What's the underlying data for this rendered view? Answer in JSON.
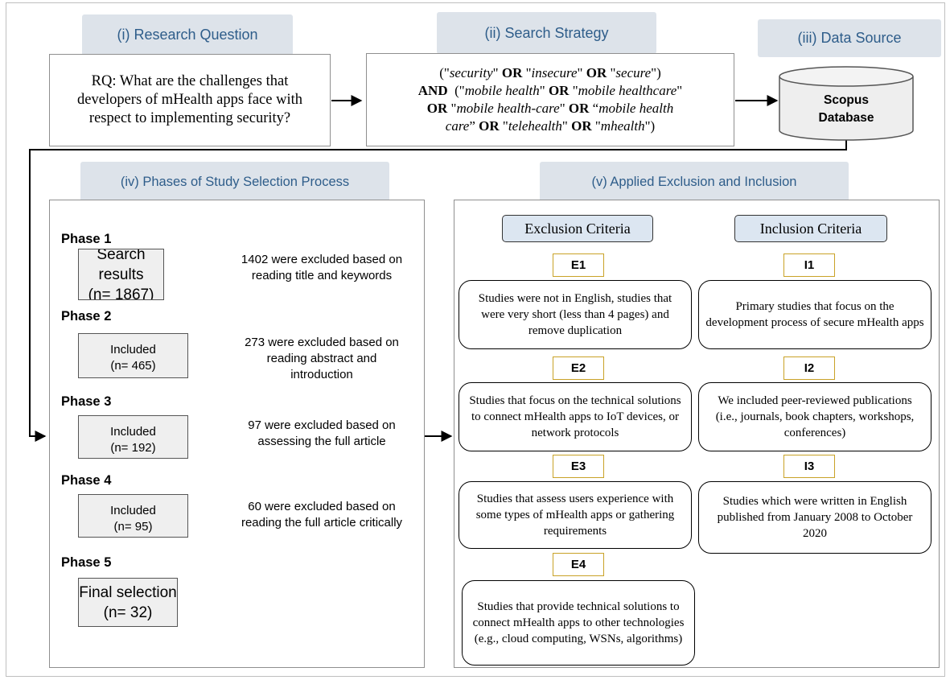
{
  "headers": {
    "research_question": "(i) Research Question",
    "search_strategy": "(ii) Search Strategy",
    "data_source": "(iii) Data Source",
    "phases": "(iv) Phases of Study Selection Process",
    "criteria": "(v) Applied Exclusion and Inclusion"
  },
  "rq_text": "RQ: What are the challenges that developers of mHealth apps face with respect to implementing security?",
  "search": {
    "t1": "security",
    "op1": "OR",
    "t2": "insecure",
    "op2": "OR",
    "t3": "secure",
    "and": "AND",
    "t4": "mobile health",
    "op3": "OR",
    "t5": "mobile healthcare",
    "op4": "OR",
    "t6": "mobile health-care",
    "op5": "OR",
    "t7a": "mobile health",
    "t7b": "care",
    "op6": "OR",
    "t8": "telehealth",
    "op7": "OR",
    "t9": "mhealth"
  },
  "database": {
    "line1": "Scopus",
    "line2": "Database"
  },
  "phases": [
    {
      "label": "Phase 1",
      "box_line1": "Search results",
      "box_line2": "(n= 1867)",
      "excluded": "1402 were excluded based on reading title and keywords"
    },
    {
      "label": "Phase 2",
      "box_line1": "Included",
      "box_line2": "(n= 465)",
      "excluded": "273 were excluded based on reading abstract and introduction"
    },
    {
      "label": "Phase 3",
      "box_line1": "Included",
      "box_line2": "(n= 192)",
      "excluded": "97 were excluded based on assessing the full article"
    },
    {
      "label": "Phase 4",
      "box_line1": "Included",
      "box_line2": "(n= 95)",
      "excluded": "60 were excluded based on reading the full article critically"
    },
    {
      "label": "Phase 5",
      "box_line1": "Final selection",
      "box_line2": "(n= 32)"
    }
  ],
  "exclusion": {
    "title": "Exclusion Criteria",
    "items": [
      {
        "code": "E1",
        "text": "Studies were not in English, studies that were very short (less than 4 pages) and remove duplication"
      },
      {
        "code": "E2",
        "text": "Studies that focus on the technical solutions to connect mHealth apps to IoT devices, or network protocols"
      },
      {
        "code": "E3",
        "text": "Studies that assess users experience with some types of mHealth apps or gathering requirements"
      },
      {
        "code": "E4",
        "text": "Studies that provide technical solutions to connect mHealth apps to other technologies (e.g., cloud computing, WSNs, algorithms)"
      }
    ]
  },
  "inclusion": {
    "title": "Inclusion Criteria",
    "items": [
      {
        "code": "I1",
        "text": "Primary studies that focus on the development process of secure mHealth apps"
      },
      {
        "code": "I2",
        "text": "We included peer-reviewed publications (i.e., journals, book chapters, workshops, conferences)"
      },
      {
        "code": "I3",
        "text": "Studies which were written in English published from January 2008 to October 2020"
      }
    ]
  },
  "colors": {
    "tab_bg": "#dde3ea",
    "tab_text": "#2e5d8a",
    "criteria_head_bg": "#dce6f1",
    "code_border": "#c9a227",
    "box_gray": "#efefef"
  }
}
